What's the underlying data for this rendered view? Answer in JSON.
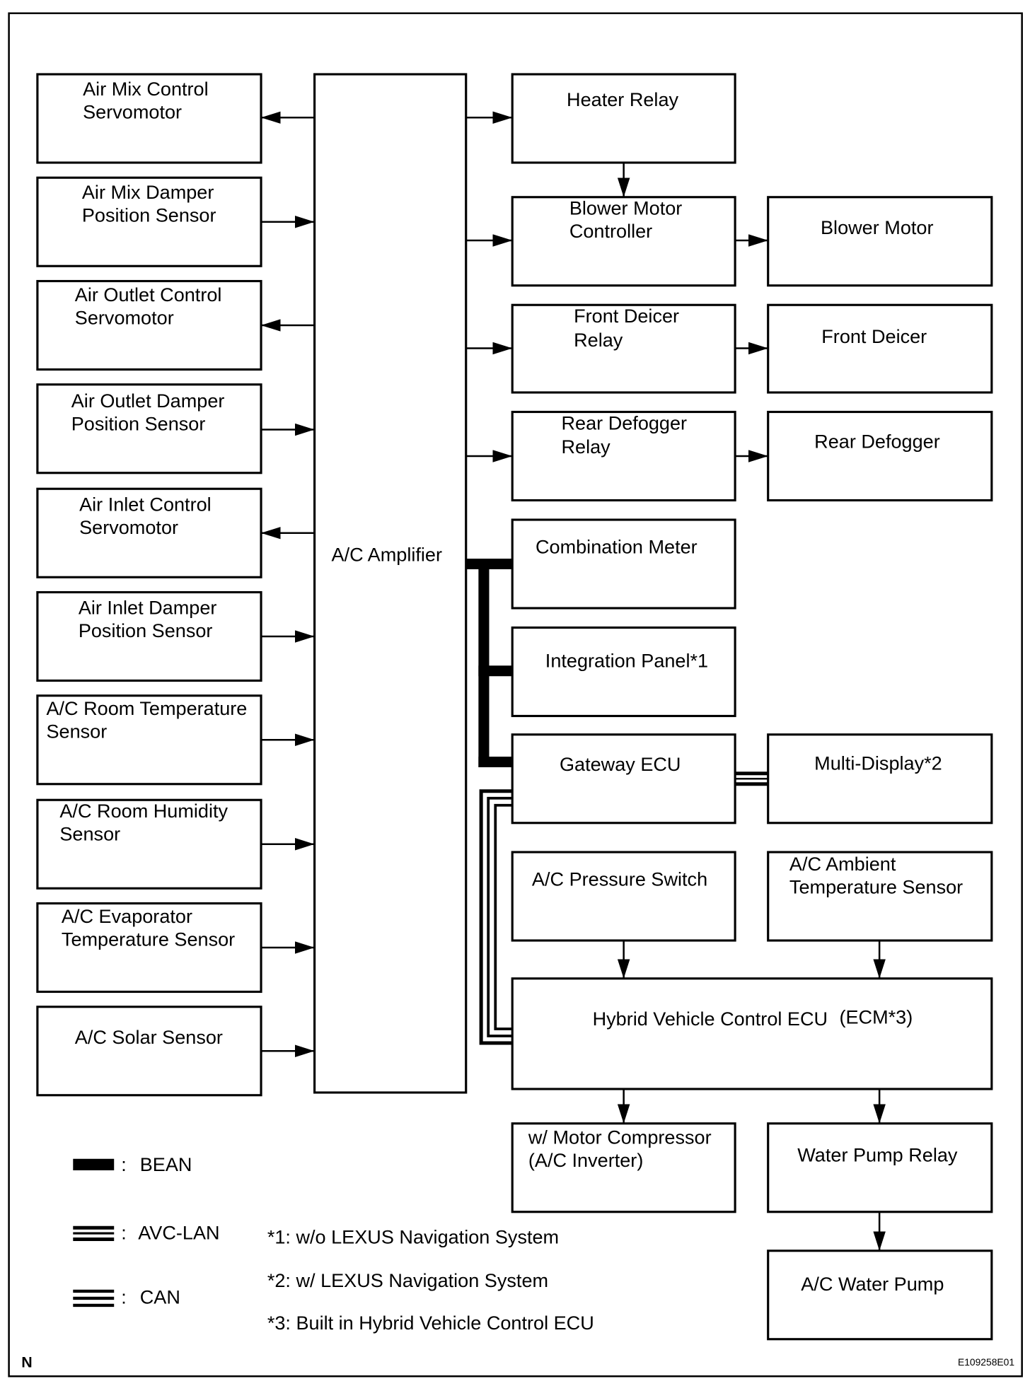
{
  "left_column": [
    {
      "lines": [
        "Air Mix Control",
        "Servomotor"
      ]
    },
    {
      "lines": [
        "Air Mix Damper",
        "Position Sensor"
      ]
    },
    {
      "lines": [
        "Air Outlet Control",
        "Servomotor"
      ]
    },
    {
      "lines": [
        "Air Outlet Damper",
        "Position Sensor"
      ]
    },
    {
      "lines": [
        "Air Inlet Control",
        "Servomotor"
      ]
    },
    {
      "lines": [
        "Air Inlet Damper",
        "Position Sensor"
      ]
    },
    {
      "lines": [
        "A/C Room Temperature",
        "Sensor"
      ]
    },
    {
      "lines": [
        "A/C Room Humidity",
        "Sensor"
      ]
    },
    {
      "lines": [
        "A/C Evaporator",
        "Temperature Sensor"
      ]
    },
    {
      "lines": [
        "A/C Solar Sensor"
      ]
    }
  ],
  "amplifier": {
    "label": "A/C Amplifier"
  },
  "right_column": {
    "heater_relay": {
      "lines": [
        "Heater Relay"
      ]
    },
    "blower_motor_controller": {
      "lines": [
        "Blower Motor",
        "Controller"
      ]
    },
    "front_deicer_relay": {
      "lines": [
        "Front Deicer",
        "Relay"
      ]
    },
    "rear_defogger_relay": {
      "lines": [
        "Rear Defogger",
        "Relay"
      ]
    },
    "combination_meter": {
      "lines": [
        "Combination Meter"
      ]
    },
    "integration_panel": {
      "lines": [
        "Integration Panel*1"
      ]
    },
    "gateway_ecu": {
      "lines": [
        "Gateway ECU"
      ]
    },
    "ac_pressure_switch": {
      "lines": [
        "A/C Pressure Switch"
      ]
    },
    "hybrid_vehicle_control_ecu": {
      "label": "Hybrid Vehicle Control ECU",
      "note": "(ECM*3)"
    },
    "motor_compressor": {
      "lines": [
        "w/ Motor Compressor",
        "(A/C Inverter)"
      ]
    }
  },
  "outer_column": {
    "blower_motor": {
      "lines": [
        "Blower Motor"
      ]
    },
    "front_deicer": {
      "lines": [
        "Front Deicer"
      ]
    },
    "rear_defogger": {
      "lines": [
        "Rear Defogger"
      ]
    },
    "multi_display": {
      "lines": [
        "Multi-Display*2"
      ]
    },
    "ac_ambient_temperature_sensor": {
      "lines": [
        "A/C Ambient",
        "Temperature Sensor"
      ]
    },
    "water_pump_relay": {
      "lines": [
        "Water Pump Relay"
      ]
    },
    "ac_water_pump": {
      "lines": [
        "A/C Water Pump"
      ]
    }
  },
  "legend": {
    "separator": ":",
    "items": [
      {
        "label": "BEAN"
      },
      {
        "label": "AVC-LAN"
      },
      {
        "label": "CAN"
      }
    ]
  },
  "footnotes": [
    "*1: w/o LEXUS Navigation System",
    "*2: w/ LEXUS Navigation System",
    "*3: Built in Hybrid Vehicle Control ECU"
  ],
  "corner_mark": "N",
  "figure_id": "E109258E01"
}
